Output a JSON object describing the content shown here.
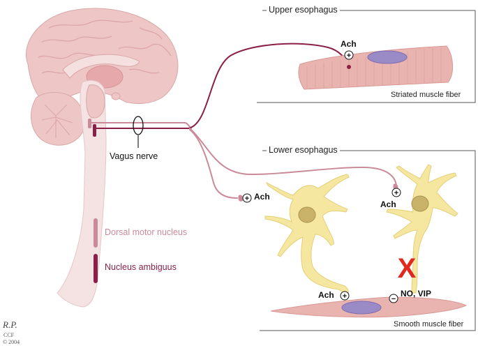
{
  "colors": {
    "dorsal_motor_nucleus": "#c98a99",
    "nucleus_ambiguus": "#8a2048",
    "brain": "#eec6c6",
    "neuron": "#f5e6a0",
    "muscle": "#e9b4b0",
    "nucleus_cell": "#9a8ac6",
    "inhibition_x": "#e0281e"
  },
  "panels": {
    "upper": {
      "title": "Upper esophagus",
      "caption": "Striated muscle fiber"
    },
    "lower": {
      "title": "Lower esophagus",
      "caption": "Smooth muscle fiber"
    }
  },
  "labels": {
    "vagus_nerve": "Vagus nerve",
    "ach_upper": "Ach",
    "ach_left_neuron": "Ach",
    "ach_right_neuron": "Ach",
    "ach_smooth": "Ach",
    "no_vip": "NO, VIP",
    "blocked_mark": "X"
  },
  "signs": {
    "excitatory": "+",
    "inhibitory": "−"
  },
  "legend": [
    {
      "label": "Dorsal motor nucleus",
      "color_key": "dorsal_motor_nucleus"
    },
    {
      "label": "Nucleus ambiguus",
      "color_key": "nucleus_ambiguus"
    }
  ],
  "credit": {
    "signature": "R.P.",
    "org": "CCF",
    "year": "© 2004"
  }
}
